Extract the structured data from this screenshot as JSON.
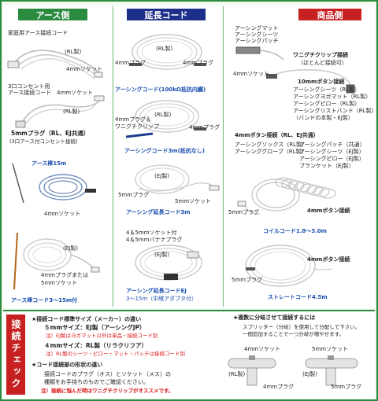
{
  "headers": {
    "earth": "アース側",
    "extension": "延長コード",
    "product": "商品側"
  },
  "colors": {
    "green": "#2a8a3e",
    "navy": "#1e2f8a",
    "red": "#c72020"
  },
  "earth_side": {
    "household_title": "家庭用アース接続コード",
    "rl_label_1": "(RL製)",
    "socket_label_1": "4mmソケット",
    "outlet_title_line1": "3口コンセント用",
    "outlet_title_line2": "アース接続コード",
    "socket_label_2": "4mmソケット",
    "rl_label_2": "(RL製)",
    "plug_5mm": "5mmプラグ（RL、EJ共通）",
    "plug_5mm_note": "(3口アース付コンセント接続)",
    "rod_15m": "アース棒15m",
    "socket_label_3": "4mmソケット",
    "ej_label_1": "(EJ製)",
    "plug_4mm_or": "4mmプラグまたは",
    "socket_5mm": "5mmソケット",
    "rod_cord": "アース棒コード3～15m付"
  },
  "extension": {
    "plug_4mm_left": "4mmプラグ",
    "rl_label": "(RL製)",
    "plug_4mm_right": "4mmプラグ",
    "earthing_cord": "アーシングコード(100kΩ抵抗内臓)",
    "plug_clip_line1": "4mmプラグ＆",
    "plug_clip_line2": "ワニグチクリップ",
    "rl_label_2": "(RL製)",
    "plug_4mm_right_2": "4mmプラグ",
    "cord_3m": "アーシングコード3m(抵抗なし)",
    "ej_label": "(EJ製)",
    "plug_5mm": "5mmプラグ",
    "socket_5mm": "5mmソケット",
    "ext_3m": "アーシング延長コード3m",
    "socket_45_line1": "4＆5mmソケット付",
    "socket_45_line2": "4＆5mmバナナプラグ",
    "ej_label_2": "(EJ製)",
    "ext_ej_line1": "アーシング延長コードEJ",
    "ext_ej_line2": "3～15m（中継アダプタ付）"
  },
  "product_side": {
    "items_top": [
      "アーシングマット",
      "アーシングシーツ",
      "アーシングパッチ"
    ],
    "clip_title": "ワニグチクリップ接続",
    "clip_note": "（ほとんど接続可）",
    "socket_4mm": "4mmソケット",
    "button_10mm": "10mmボタン接続",
    "items_10mm": [
      "アーシングシーツ（RL製）",
      "アーシングヨガマット（RL製）",
      "アーシングピロー（RL製）",
      "アーシングリストバンド（RL製）",
      "（バンドの本製・EJ製）"
    ],
    "button_4mm_title": "4mmボタン接続（RL、EJ共通）",
    "items_4mm_left": [
      "アーシングソックス（RL製）",
      "アーシンググローブ（RL製）"
    ],
    "items_4mm_right": [
      "アーシングパッチ（共通）",
      "アーシングシーツ（EJ製）",
      "アーシングピロー（EJ製）",
      "ブランケット（EJ製）"
    ],
    "plug_5mm_coil": "5mmプラグ",
    "button_4mm_coil": "4mmボタン接続",
    "coil_cord": "コイルコード1.8～3.0m",
    "button_4mm_straight": "4mmボタン接続",
    "plug_5mm_straight": "5mmプラグ",
    "straight_cord": "ストレートコード4.5m"
  },
  "check": {
    "vertical_label": "接続チェック",
    "line1": "★接続コード標準サイズ（メーカー）の違い",
    "line2": "５mmサイズ：EJ製（アーシングJP）",
    "line3": "注）EJ製はヨガマット以外は単品・接続コード別",
    "line4": "４mmサイズ：RL製（リラクリフア）",
    "line5": "注）RL製のシーツ・ピロー・マット・パッチは接続コード別",
    "line6": "★コード接続部の形状の違い",
    "line7": "接続コードのプラグ（オス）とソケット（メス）の",
    "line8": "種類をお手持ちのものでご確認ください。",
    "line9": "注）接続に悩んだ時はワニグチクリップがオススメです。",
    "split_title": "★複数に分岐させて接続するには",
    "split_line1": "スプリッター（分岐）を使用して分配して下さい。",
    "split_line2": "一個追加することで一つ分岐が増やせます。",
    "sock_4mm": "4mmソケット",
    "rl": "(RL製)",
    "plug_4mm": "4mmプラグ",
    "sock_5mm": "5mmソケット",
    "ej": "(EJ製)",
    "plug_5mm": "5mmプラグ"
  }
}
